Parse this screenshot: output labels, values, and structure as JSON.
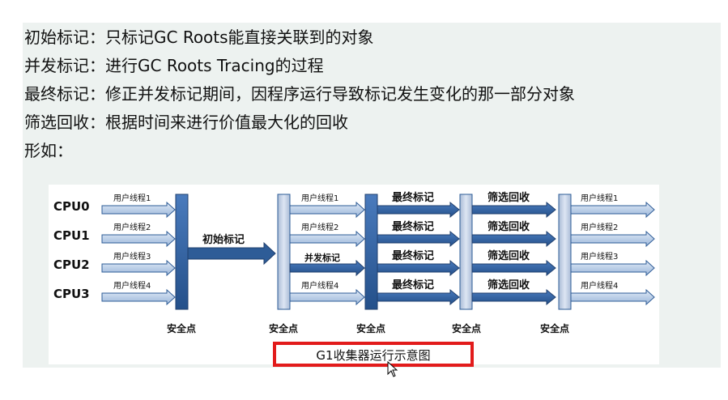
{
  "lines": [
    "初始标记：只标记GC Roots能直接关联到的对象",
    "并发标记：进行GC Roots Tracing的过程",
    "最终标记：修正并发标记期间，因程序运行导致标记发生变化的那一部分对象",
    "筛选回收：根据时间来进行价值最大化的回收",
    "形如："
  ],
  "diagram": {
    "cpus": [
      "CPU0",
      "CPU1",
      "CPU2",
      "CPU3"
    ],
    "user_threads": [
      "用户线程1",
      "用户线程2",
      "用户线程3",
      "用户线程4"
    ],
    "initial_mark": "初始标记",
    "concurrent_mark": "并发标记",
    "final_mark": "最终标记",
    "cleanup": "筛选回收",
    "safepoint": "安全点",
    "caption": "G1收集器运行示意图"
  },
  "colors": {
    "bar_dark": "#2e5c97",
    "bar_light": "#c7d4e8",
    "arrow_dark": "#2e5c97",
    "arrow_light": "#bcd0ea",
    "highlight_box": "#e21b1b"
  }
}
